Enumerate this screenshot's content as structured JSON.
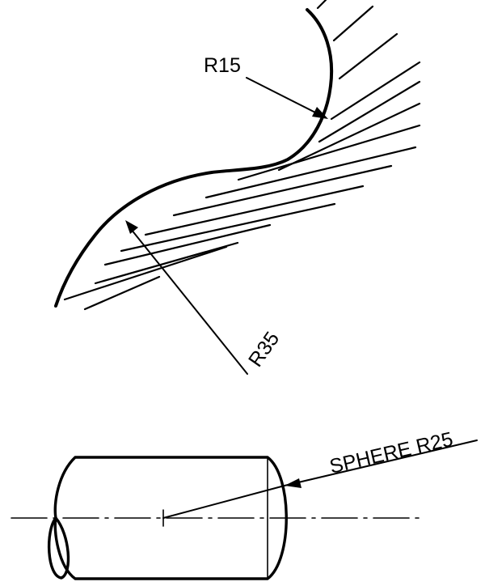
{
  "figure_top": {
    "labels": {
      "small_radius": "R15",
      "large_radius": "R35"
    }
  },
  "figure_bottom": {
    "labels": {
      "sphere_radius": "SPHERE R25"
    }
  }
}
